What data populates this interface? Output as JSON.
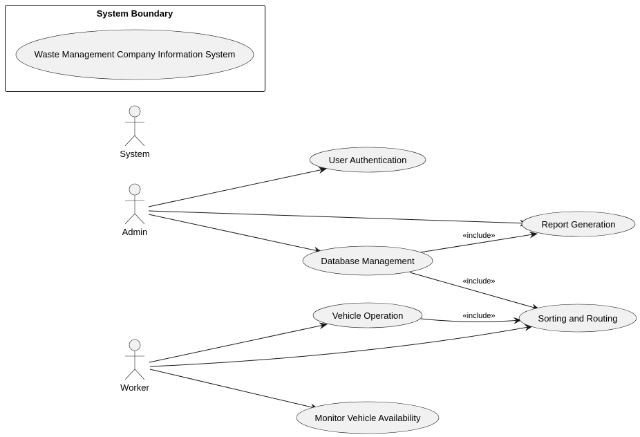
{
  "boundary": {
    "title": "System Boundary",
    "use_case": "Waste Management Company Information System"
  },
  "actors": {
    "system": "System",
    "admin": "Admin",
    "worker": "Worker"
  },
  "use_cases": {
    "user_authentication": "User Authentication",
    "report_generation": "Report Generation",
    "database_management": "Database Management",
    "sorting_and_routing": "Sorting and Routing",
    "vehicle_operation": "Vehicle Operation",
    "monitor_vehicle_availability": "Monitor Vehicle Availability"
  },
  "relations": {
    "include_db_report": "«include»",
    "include_db_sorting": "«include»",
    "include_vehicle_sorting": "«include»"
  },
  "colors": {
    "use_case_fill": "#f1f1f1",
    "stroke": "#181818",
    "background": "#ffffff"
  }
}
